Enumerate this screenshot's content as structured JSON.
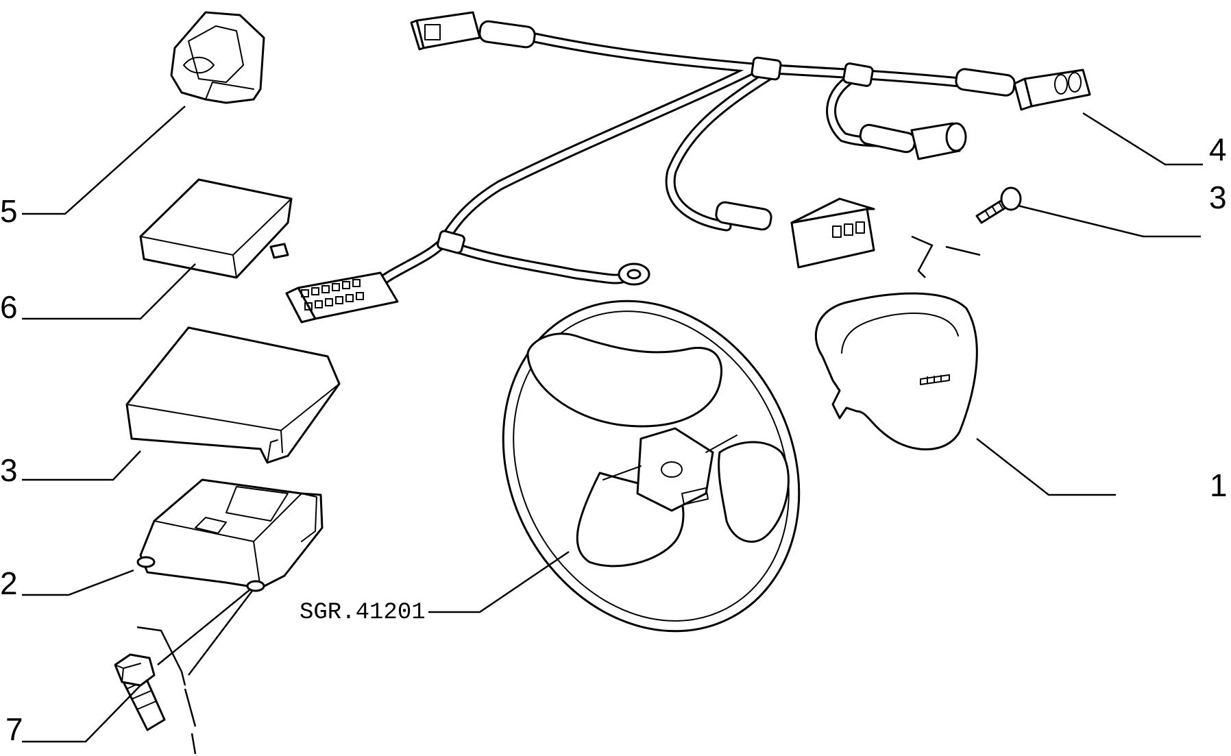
{
  "diagram": {
    "reference_code": "SGR.41201",
    "callouts": {
      "airbag_module": "1",
      "control_unit": "2",
      "cover_box": "3",
      "screw": "3",
      "wiring_connector": "4",
      "clip": "5",
      "small_cover": "6",
      "bolt": "7"
    }
  },
  "colors": {
    "line": "#000000",
    "background": "#ffffff"
  }
}
